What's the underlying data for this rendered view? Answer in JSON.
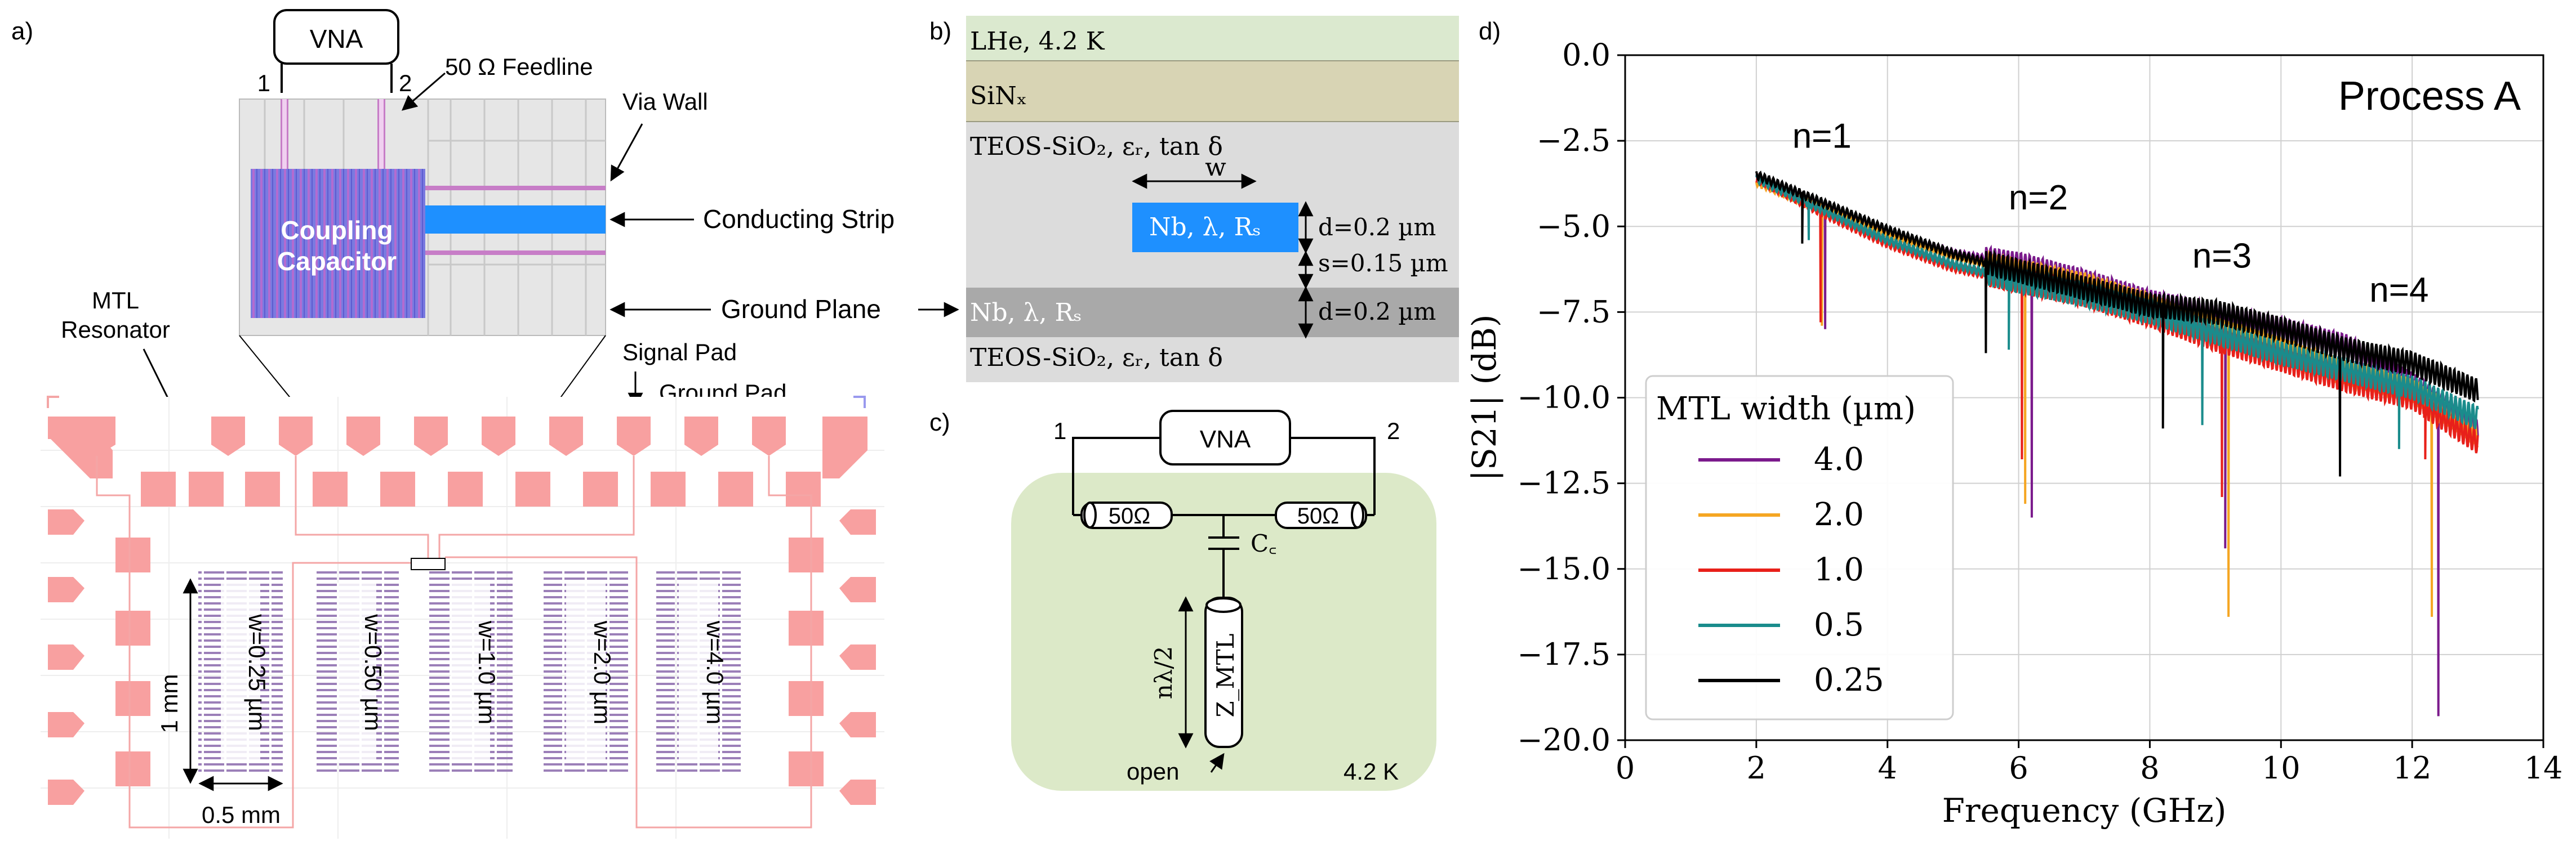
{
  "colors": {
    "pad": "#f8a0a0",
    "resonator": "#9b7fb8",
    "trace": "#f4a6a6",
    "capacitor": "#7a7ae0",
    "strip": "#1e90ff",
    "lhe": "#dbe9cf",
    "sinx": "#d8d4b4",
    "oxide": "#dcdcdc",
    "ground": "#a9a9a9",
    "circuit_bg": "#dce9c8"
  },
  "panel_a": {
    "label": "a)",
    "vna": "VNA",
    "port1": "1",
    "port2": "2",
    "feedline": "50 Ω Feedline",
    "via_wall": "Via Wall",
    "coupling_cap_1": "Coupling",
    "coupling_cap_2": "Capacitor",
    "conducting_strip": "Conducting Strip",
    "ground_plane": "Ground Plane",
    "mtl_1": "MTL",
    "mtl_2": "Resonator",
    "signal_pad": "Signal Pad",
    "ground_pad": "Ground Pad",
    "dim_vertical": "1 mm",
    "dim_horizontal": "0.5 mm",
    "resonators": [
      "w=0.25 µm",
      "w=0.50 µm",
      "w=1.0 µm",
      "w=2.0 µm",
      "w=4.0 µm"
    ]
  },
  "panel_b": {
    "label": "b)",
    "lhe": "LHe, 4.2 K",
    "sinx": "SiNₓ",
    "teos_top": "TEOS-SiO₂, εᵣ, tan δ",
    "w": "w",
    "strip": "Nb, λ, Rₛ",
    "d1": "d=0.2 µm",
    "s": "s=0.15 µm",
    "ground": "Nb, λ, Rₛ",
    "d2": "d=0.2 µm",
    "teos_bottom": "TEOS-SiO₂, εᵣ, tan δ"
  },
  "panel_c": {
    "label": "c)",
    "vna": "VNA",
    "port1": "1",
    "port2": "2",
    "z1": "50Ω",
    "z2": "50Ω",
    "cc": "C꜀",
    "length": "nλ/2",
    "zmtl": "Z_MTL",
    "open": "open",
    "temp": "4.2 K"
  },
  "chart_data": {
    "type": "line",
    "label": "d)",
    "annotation": "Process A",
    "xlabel": "Frequency (GHz)",
    "ylabel": "|S21| (dB)",
    "xlim": [
      0,
      14
    ],
    "ylim": [
      -20,
      0
    ],
    "xticks": [
      "0",
      "2",
      "4",
      "6",
      "8",
      "10",
      "12",
      "14"
    ],
    "yticks": [
      "0.0",
      "−2.5",
      "−5.0",
      "−7.5",
      "−10.0",
      "−12.5",
      "−15.0",
      "−17.5",
      "−20.0"
    ],
    "grid": true,
    "legend_title": "MTL width (µm)",
    "legend_position": "lower-left",
    "mode_labels": [
      {
        "text": "n=1",
        "x": 3.0,
        "y": -2.7
      },
      {
        "text": "n=2",
        "x": 6.3,
        "y": -4.5
      },
      {
        "text": "n=3",
        "x": 9.1,
        "y": -6.2
      },
      {
        "text": "n=4",
        "x": 11.8,
        "y": -7.2
      }
    ],
    "series": [
      {
        "name": "4.0",
        "color": "#7b1a8c",
        "dips": [
          [
            3.05,
            -8.0
          ],
          [
            6.2,
            -13.5
          ],
          [
            9.15,
            -14.4
          ],
          [
            12.4,
            -19.3
          ]
        ],
        "x": [
          2.0,
          3.0,
          4.0,
          5.0,
          6.0,
          7.0,
          8.0,
          9.0,
          10.0,
          11.0,
          12.0,
          13.0
        ],
        "y": [
          -3.6,
          -4.4,
          -5.2,
          -5.8,
          -6.1,
          -6.6,
          -7.2,
          -7.6,
          -8.0,
          -8.5,
          -9.6,
          -11.0
        ]
      },
      {
        "name": "2.0",
        "color": "#f5a623",
        "dips": [
          [
            3.0,
            -7.9
          ],
          [
            6.1,
            -13.1
          ],
          [
            9.2,
            -16.4
          ],
          [
            12.3,
            -16.4
          ]
        ],
        "x": [
          2.0,
          3.0,
          4.0,
          5.0,
          6.0,
          7.0,
          8.0,
          9.0,
          10.0,
          11.0,
          12.0,
          13.0
        ],
        "y": [
          -3.7,
          -4.5,
          -5.3,
          -5.9,
          -6.3,
          -6.7,
          -7.3,
          -8.0,
          -8.6,
          -9.3,
          -9.8,
          -11.1
        ]
      },
      {
        "name": "1.0",
        "color": "#e8201a",
        "dips": [
          [
            2.98,
            -7.8
          ],
          [
            6.05,
            -11.8
          ],
          [
            9.1,
            -12.9
          ],
          [
            12.2,
            -11.8
          ]
        ],
        "x": [
          2.0,
          3.0,
          4.0,
          5.0,
          6.0,
          7.0,
          8.0,
          9.0,
          10.0,
          11.0,
          12.0,
          13.0
        ],
        "y": [
          -3.6,
          -4.6,
          -5.5,
          -6.2,
          -6.6,
          -7.0,
          -7.6,
          -8.3,
          -8.9,
          -9.5,
          -10.0,
          -11.3
        ]
      },
      {
        "name": "0.5",
        "color": "#1a8c8c",
        "dips": [
          [
            2.8,
            -5.4
          ],
          [
            5.85,
            -8.6
          ],
          [
            8.8,
            -10.8
          ],
          [
            11.8,
            -11.5
          ]
        ],
        "x": [
          2.0,
          3.0,
          4.0,
          5.0,
          6.0,
          7.0,
          8.0,
          9.0,
          10.0,
          11.0,
          12.0,
          13.0
        ],
        "y": [
          -3.6,
          -4.5,
          -5.4,
          -6.1,
          -6.6,
          -7.0,
          -7.5,
          -8.1,
          -8.7,
          -9.2,
          -9.7,
          -10.6
        ]
      },
      {
        "name": "0.25",
        "color": "#000000",
        "dips": [
          [
            2.7,
            -5.5
          ],
          [
            5.5,
            -8.7
          ],
          [
            8.2,
            -10.9
          ],
          [
            10.9,
            -12.3
          ]
        ],
        "x": [
          2.0,
          3.0,
          4.0,
          5.0,
          6.0,
          7.0,
          8.0,
          9.0,
          10.0,
          11.0,
          12.0,
          13.0
        ],
        "y": [
          -3.5,
          -4.3,
          -5.1,
          -5.8,
          -6.3,
          -6.8,
          -7.3,
          -7.5,
          -8.0,
          -8.6,
          -9.0,
          -9.8
        ]
      }
    ]
  }
}
